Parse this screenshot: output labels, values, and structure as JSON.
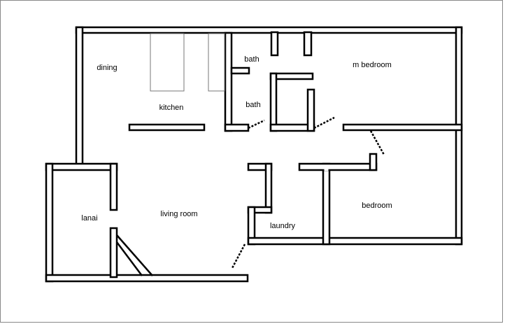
{
  "rooms": {
    "dining": "dining",
    "kitchen": "kitchen",
    "bath_upper": "bath",
    "bath_lower": "bath",
    "master_bedroom": "m bedroom",
    "bedroom": "bedroom",
    "lanai": "lanai",
    "living_room": "living room",
    "laundry": "laundry"
  },
  "colors": {
    "wall": "#000000",
    "cabinet": "#777777",
    "border": "#888888"
  }
}
